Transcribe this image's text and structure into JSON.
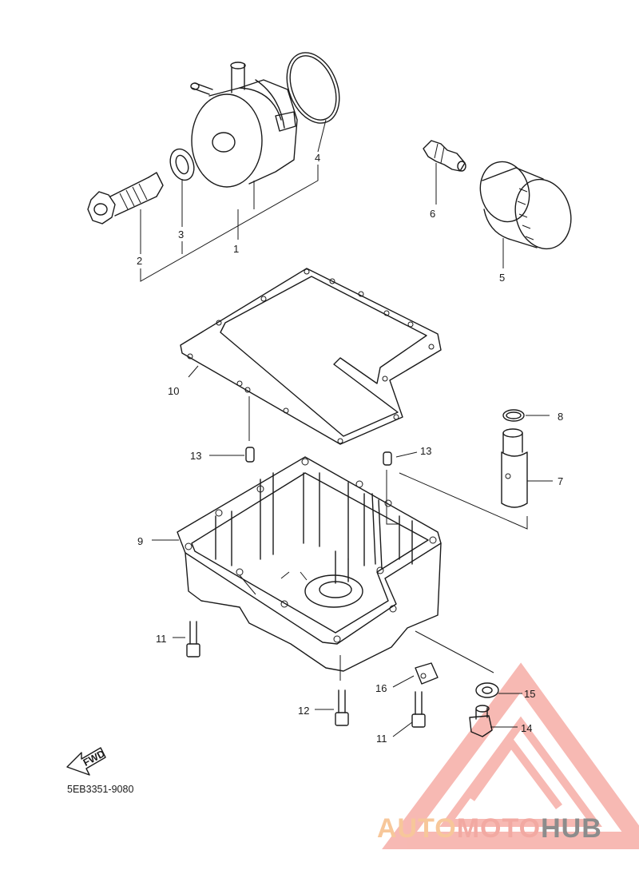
{
  "diagram": {
    "callouts": {
      "c1": "1",
      "c2": "2",
      "c3": "3",
      "c4": "4",
      "c5": "5",
      "c6": "6",
      "c7": "7",
      "c8": "8",
      "c9": "9",
      "c10": "10",
      "c11a": "11",
      "c11b": "11",
      "c12": "12",
      "c13a": "13",
      "c13b": "13",
      "c14": "14",
      "c15": "15",
      "c16": "16"
    },
    "fwd_label": "FWD",
    "diagram_code": "5EB3351-9080"
  },
  "watermark": {
    "part1": "AUTO",
    "part2": "MOTO",
    "part3": "HUB",
    "colors": {
      "triangle": "#f28b82",
      "auto": "#f7c79a",
      "moto": "#f2a9a2",
      "hub": "#8c8c8c"
    }
  }
}
